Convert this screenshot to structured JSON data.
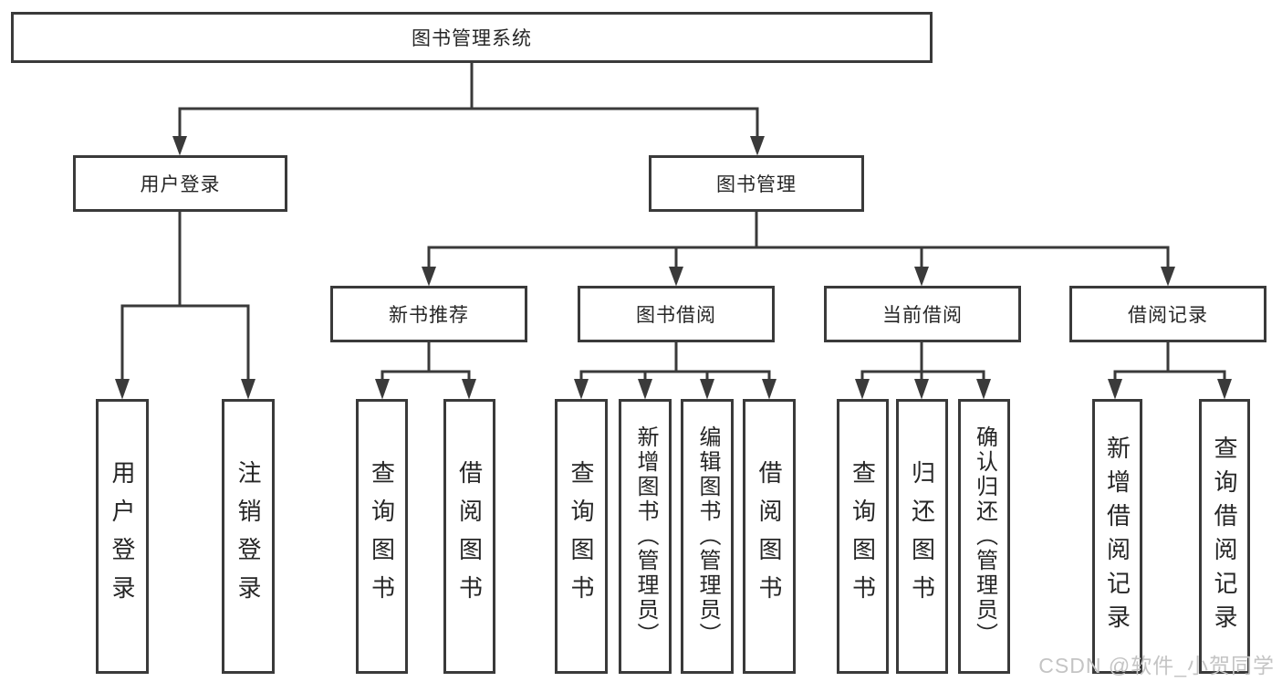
{
  "diagram": {
    "root": {
      "label": "图书管理系统"
    },
    "level2": [
      {
        "label": "用户登录",
        "children": [
          {
            "label": "用户登录"
          },
          {
            "label": "注销登录"
          }
        ]
      },
      {
        "label": "图书管理",
        "children": [
          {
            "label": "新书推荐",
            "children": [
              {
                "label": "查询图书"
              },
              {
                "label": "借阅图书"
              }
            ]
          },
          {
            "label": "图书借阅",
            "children": [
              {
                "label": "查询图书"
              },
              {
                "label": "新增图书（管理员）"
              },
              {
                "label": "编辑图书（管理员）"
              },
              {
                "label": "借阅图书"
              }
            ]
          },
          {
            "label": "当前借阅",
            "children": [
              {
                "label": "查询图书"
              },
              {
                "label": "归还图书"
              },
              {
                "label": "确认归还（管理员）"
              }
            ]
          },
          {
            "label": "借阅记录",
            "children": [
              {
                "label": "新增借阅记录"
              },
              {
                "label": "查询借阅记录"
              }
            ]
          }
        ]
      }
    ]
  },
  "watermark": {
    "text": "CSDN @软件_小贺同学"
  },
  "colors": {
    "line": "#3a3a3a",
    "text": "#262626",
    "watermark": "#c4c4c4",
    "background": "#ffffff"
  }
}
